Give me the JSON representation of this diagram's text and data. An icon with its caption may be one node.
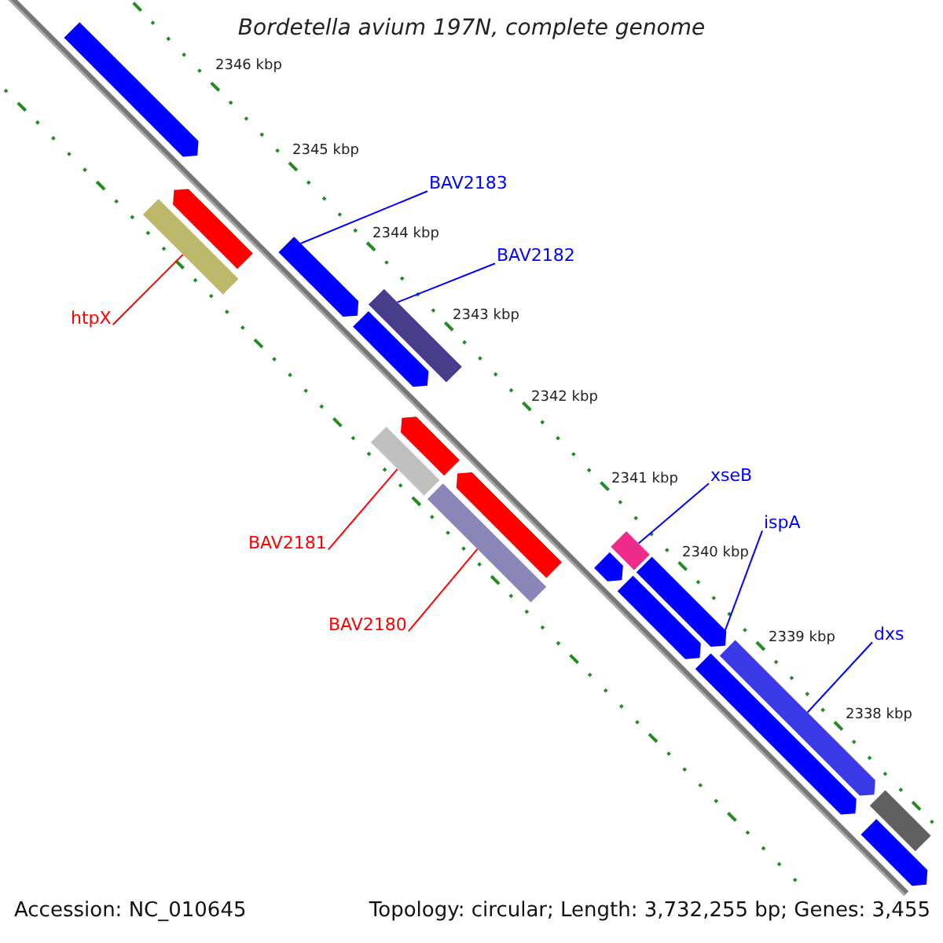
{
  "diagram": {
    "title": "Bordetella avium 197N, complete genome",
    "nodes": [
      {
        "text": [
          "BAV2183"
        ]
      },
      {
        "text": [],
        "shape": "bar"
      },
      {
        "text": [
          "BAV2182"
        ]
      },
      {
        "text": [],
        "shape": "bar"
      },
      {
        "text": [
          "htpX"
        ]
      },
      {
        "text": [],
        "shape": "bar"
      },
      {
        "text": [
          "xseB"
        ]
      },
      {
        "text": [],
        "shape": "bar"
      },
      {
        "text": [
          "ispA"
        ]
      },
      {
        "text": [],
        "shape": "bar"
      },
      {
        "text": [
          "BAV2181"
        ]
      },
      {
        "text": [],
        "shape": "bar"
      },
      {
        "text": [
          "BAV2180"
        ]
      },
      {
        "text": [],
        "shape": "bar"
      },
      {
        "text": [
          "dxs"
        ]
      },
      {
        "text": [],
        "shape": "bar"
      },
      {
        "text": [],
        "shape": "bar"
      },
      {
        "text": [],
        "shape": "bar"
      },
      {
        "text": [],
        "shape": "bar"
      },
      {
        "text": [],
        "shape": "bar"
      },
      {
        "text": [],
        "shape": "bar"
      },
      {
        "text": [],
        "shape": "bar"
      },
      {
        "text": [],
        "shape": "bar"
      },
      {
        "text": [],
        "shape": "bar"
      },
      {
        "text": [],
        "shape": "bar"
      },
      {
        "text": [],
        "shape": "bar"
      }
    ],
    "edges": [
      {
        "from": 0,
        "to": 1,
        "arrow": "none"
      },
      {
        "from": 2,
        "to": 3,
        "arrow": "none"
      },
      {
        "from": 4,
        "to": 5,
        "arrow": "none",
        "color": "#ff0000"
      },
      {
        "from": 6,
        "to": 7,
        "arrow": "none"
      },
      {
        "from": 8,
        "to": 9,
        "arrow": "none"
      },
      {
        "from": 10,
        "to": 11,
        "arrow": "none",
        "color": "#ff0000"
      },
      {
        "from": 12,
        "to": 13,
        "arrow": "none",
        "color": "#ff0000"
      },
      {
        "from": 14,
        "to": 15,
        "arrow": "none"
      }
    ],
    "labels": [
      "2346 kbp",
      "2345 kbp",
      "2344 kbp",
      "2343 kbp",
      "2342 kbp",
      "2341 kbp",
      "2340 kbp",
      "2339 kbp",
      "2338 kbp",
      "Accession: NC_010645",
      "Topology: circular; Length: 3,732,255 bp; Genes: 3,455"
    ]
  }
}
